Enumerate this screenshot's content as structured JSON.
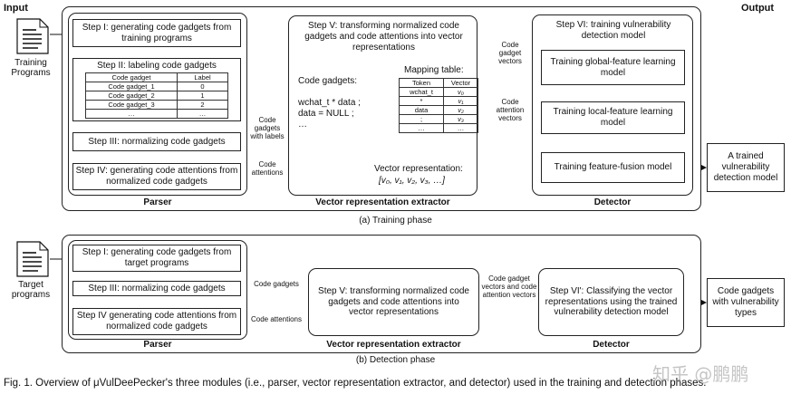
{
  "labels": {
    "input": "Input",
    "output": "Output",
    "training_programs": [
      "Training",
      "Programs"
    ],
    "target_programs": [
      "Target",
      "programs"
    ]
  },
  "training": {
    "parser": {
      "step1": "Step I: generating code gadgets from training programs",
      "step2": "Step II: labeling code gadgets",
      "label_table": {
        "headers": [
          "Code gadget",
          "Label"
        ],
        "rows": [
          [
            "Code gadget_1",
            "0"
          ],
          [
            "Code gadget_2",
            "1"
          ],
          [
            "Code gadget_3",
            "2"
          ],
          [
            "…",
            "…"
          ]
        ]
      },
      "step3": "Step III: normalizing code gadgets",
      "step4": "Step IV: generating code attentions from normalized code gadgets",
      "title": "Parser"
    },
    "arrow_labels": {
      "gadgets_with_labels": [
        "Code",
        "gadgets",
        "with labels"
      ],
      "code_attentions": [
        "Code",
        "attentions"
      ],
      "gadget_vectors": [
        "Code",
        "gadget",
        "vectors"
      ],
      "attention_vectors": [
        "Code",
        "attention",
        "vectors"
      ]
    },
    "extractor": {
      "step5": "Step V: transforming normalized code gadgets and code attentions into vector representations",
      "code_gadgets_label": "Code gadgets:",
      "code_lines": [
        "wchat_t * data ;",
        "data = NULL ;",
        "…"
      ],
      "mapping_title": "Mapping table:",
      "mapping": {
        "headers": [
          "Token",
          "Vector"
        ],
        "rows": [
          [
            "wchat_t",
            "v₀"
          ],
          [
            "*",
            "v₁"
          ],
          [
            "data",
            "v₂"
          ],
          [
            ";",
            "v₃"
          ],
          [
            "…",
            "…"
          ]
        ]
      },
      "vector_rep_label": "Vector representation:",
      "vector_rep": "[v₀, v₁, v₂, v₃, …]",
      "title": "Vector representation extractor"
    },
    "detector": {
      "step6": "Step VI: training vulnerability detection model",
      "global": "Training global-feature learning model",
      "local": "Training local-feature learning model",
      "fusion": "Training feature-fusion model",
      "title": "Detector"
    },
    "output": "A trained vulnerability detection model",
    "caption": "(a) Training phase"
  },
  "detection": {
    "parser": {
      "step1": "Step I: generating code gadgets from target programs",
      "step3": "Step III: normalizing code gadgets",
      "step4": "Step IV generating code attentions from normalized code gadgets",
      "title": "Parser"
    },
    "arrow_labels": {
      "code_gadgets": "Code gadgets",
      "code_attentions": "Code attentions",
      "vectors": [
        "Code gadget",
        "vectors and code",
        "attention vectors"
      ]
    },
    "extractor": {
      "step5": "Step V: transforming normalized code gadgets and code attentions into vector representations",
      "title": "Vector representation extractor"
    },
    "detector": {
      "step6": "Step VI': Classifying the vector representations using the trained vulnerability detection model",
      "title": "Detector"
    },
    "output": "Code gadgets with vulnerability types",
    "caption": "(b) Detection phase"
  },
  "figure_caption": "Fig. 1. Overview of μVulDeePecker's three modules (i.e., parser, vector representation extractor, and detector) used in the training and detection phases.",
  "watermark": "知乎 @鹏鹏"
}
